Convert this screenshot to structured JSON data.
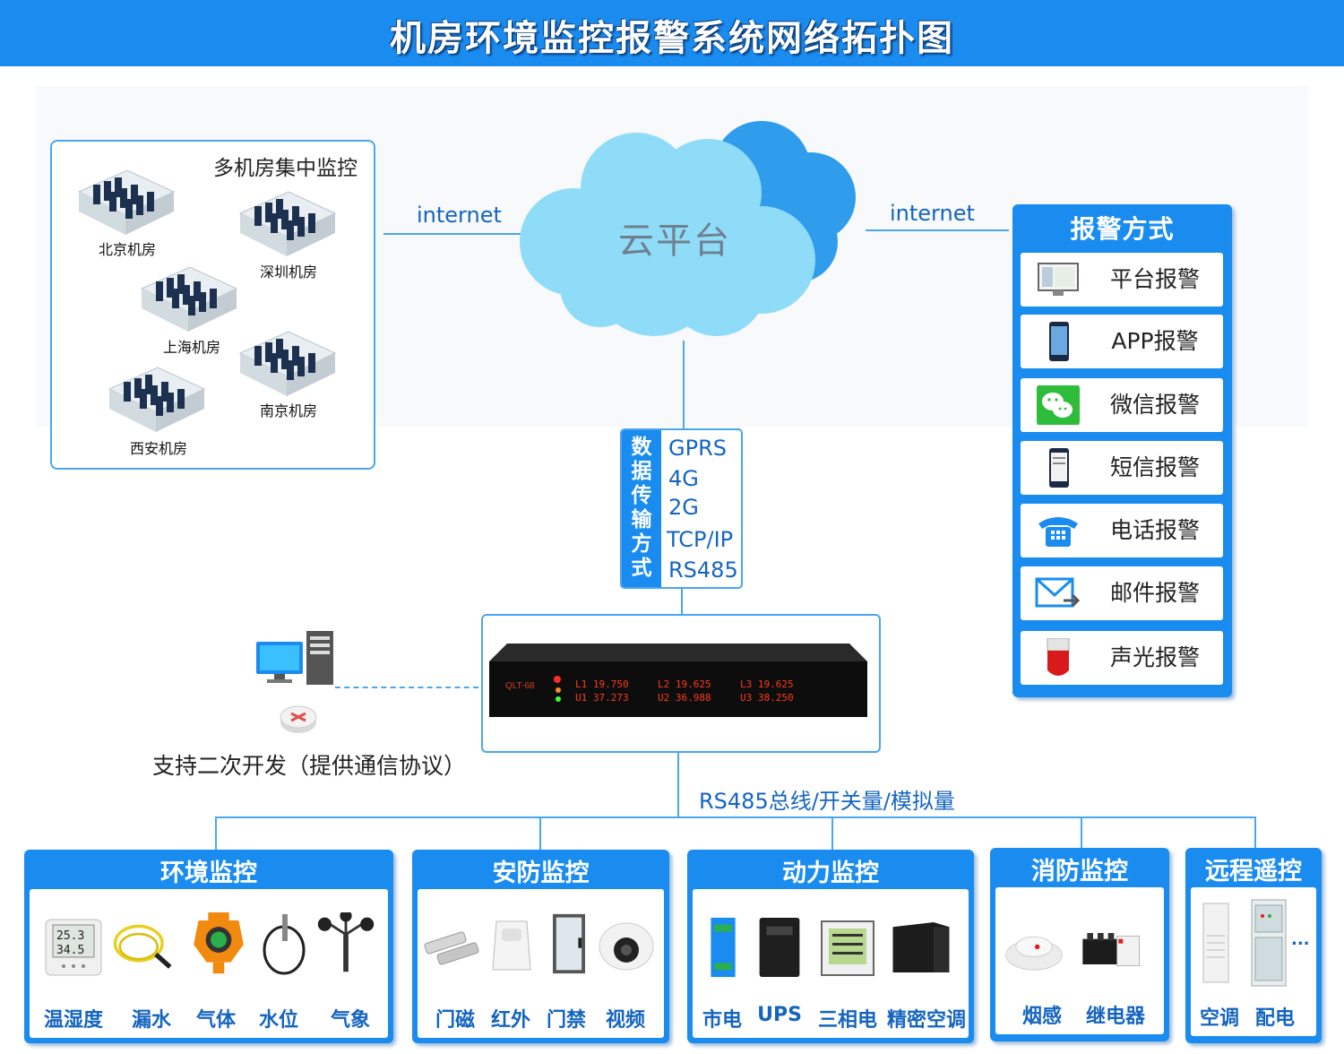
{
  "title": "机房环境监控报警系统网络拓扑图",
  "multi_room": {
    "title": "多机房集中监控",
    "rooms": [
      "北京机房",
      "深圳机房",
      "上海机房",
      "南京机房",
      "西安机房"
    ]
  },
  "cloud": {
    "label": "云平台",
    "left_link": "internet",
    "right_link": "internet"
  },
  "transmission": {
    "title_chars": [
      "数",
      "据",
      "传",
      "输",
      "方",
      "式"
    ],
    "items": [
      "GPRS",
      "4G",
      "2G",
      "TCP/IP",
      "RS485"
    ]
  },
  "device": {
    "brand": "QLT-68",
    "readouts": [
      "L1 19.750",
      "U1 37.273",
      "L2 19.625",
      "U2 36.988",
      "L3 19.625",
      "U3 38.250"
    ]
  },
  "secondary_dev": "支持二次开发（提供通信协议）",
  "bus_label": "RS485总线/开关量/模拟量",
  "alarm": {
    "title": "报警方式",
    "items": [
      "平台报警",
      "APP报警",
      "微信报警",
      "短信报警",
      "电话报警",
      "邮件报警",
      "声光报警"
    ]
  },
  "categories": [
    {
      "title": "环境监控",
      "items": [
        "温湿度",
        "漏水",
        "气体",
        "水位",
        "气象"
      ],
      "sensor_display": [
        "25.3",
        "34.5"
      ]
    },
    {
      "title": "安防监控",
      "items": [
        "门磁",
        "红外",
        "门禁",
        "视频"
      ]
    },
    {
      "title": "动力监控",
      "items": [
        "市电",
        "UPS",
        "三相电",
        "精密空调"
      ]
    },
    {
      "title": "消防监控",
      "items": [
        "烟感",
        "继电器"
      ]
    },
    {
      "title": "远程遥控",
      "items": [
        "空调",
        "配电"
      ],
      "more": "..."
    }
  ],
  "colors": {
    "primary": "#1a8cf0",
    "line": "#4aa6f0",
    "text_blue": "#1565c0",
    "cloud": "#8fdcf8"
  }
}
